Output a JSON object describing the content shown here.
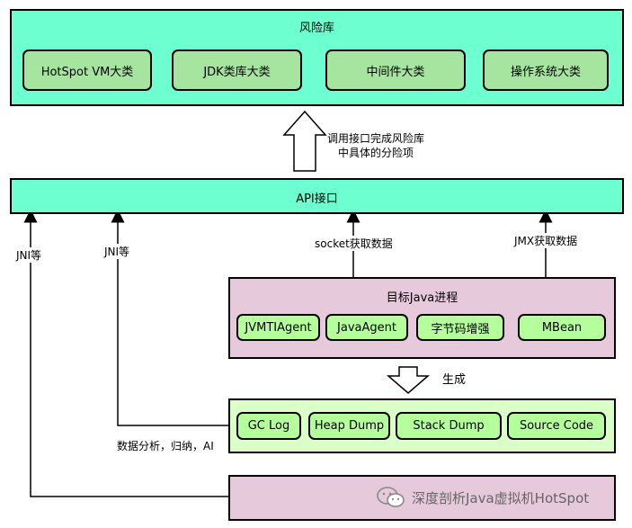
{
  "risk_library": {
    "title": "风险库",
    "items": [
      "HotSpot VM大类",
      "JDK类库大类",
      "中间件大类",
      "操作系统大类"
    ]
  },
  "call_note": [
    "调用接口完成风险库",
    "中具体的分险项"
  ],
  "api": {
    "title": "API接口"
  },
  "edge_labels": {
    "jni": "JNI等",
    "jnmti": "JNI等",
    "socket": "socket获取数据",
    "jmx": "JMX获取数据",
    "generate": "生成",
    "analysis": "数据分析，归纳，AI"
  },
  "target_process": {
    "title": "目标Java进程",
    "items": [
      "JVMTIAgent",
      "JavaAgent",
      "字节码增强",
      "MBean"
    ]
  },
  "artifacts": {
    "items": [
      "GC Log",
      "Heap Dump",
      "Stack Dump",
      "Source Code"
    ]
  },
  "watermark": {
    "text": "深度剖析Java虚拟机HotSpot"
  }
}
